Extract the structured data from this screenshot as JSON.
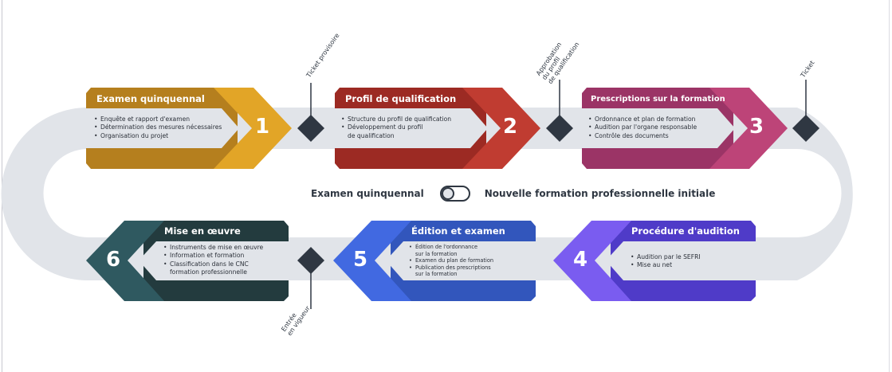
{
  "colors": {
    "track": "#e1e4e9",
    "milestone": "#2f3742",
    "step1": {
      "dark": "#b57f1e",
      "light": "#e2a527"
    },
    "step2": {
      "dark": "#9c2a23",
      "light": "#c03c31"
    },
    "step3": {
      "dark": "#9b3466",
      "light": "#bd4478"
    },
    "step4": {
      "dark": "#4f3bc8",
      "light": "#7a5cf0"
    },
    "step5": {
      "dark": "#3256bc",
      "light": "#4169e1"
    },
    "step6": {
      "dark": "#233b3e",
      "light": "#2f5960"
    }
  },
  "steps": [
    {
      "number": "1",
      "title": "Examen quinquennal",
      "items": [
        "Enquête et rapport d'examen",
        "Détermination des mesures nécessaires",
        "Organisation du projet"
      ]
    },
    {
      "number": "2",
      "title": "Profil de qualification",
      "items": [
        "Structure du profil de qualification",
        "Développement du profil\nde qualification"
      ]
    },
    {
      "number": "3",
      "title": "Prescriptions sur la formation",
      "items": [
        "Ordonnance et plan de formation",
        "Audition par l'organe responsable",
        "Contrôle des documents"
      ]
    },
    {
      "number": "4",
      "title": "Procédure d'audition",
      "items": [
        "Audition par le SEFRI",
        "Mise au net"
      ]
    },
    {
      "number": "5",
      "title": "Édition et examen",
      "items": [
        "Édition de l'ordonnance\nsur la formation",
        "Examen du plan de formation",
        "Publication des prescriptions\nsur la formation"
      ]
    },
    {
      "number": "6",
      "title": "Mise en œuvre",
      "items": [
        "Instruments de mise en œuvre",
        "Information et formation",
        "Classification dans le CNC\nformation professionnelle"
      ]
    }
  ],
  "milestones": [
    {
      "label": "Ticket provisoire"
    },
    {
      "label": "Approbation\ndu profil\nde qualification"
    },
    {
      "label": "Ticket"
    },
    {
      "label": "Entrée\nen vigueur"
    }
  ],
  "toggle": {
    "left_label": "Examen quinquennal",
    "right_label": "Nouvelle formation professionnelle initiale",
    "state": "left"
  }
}
